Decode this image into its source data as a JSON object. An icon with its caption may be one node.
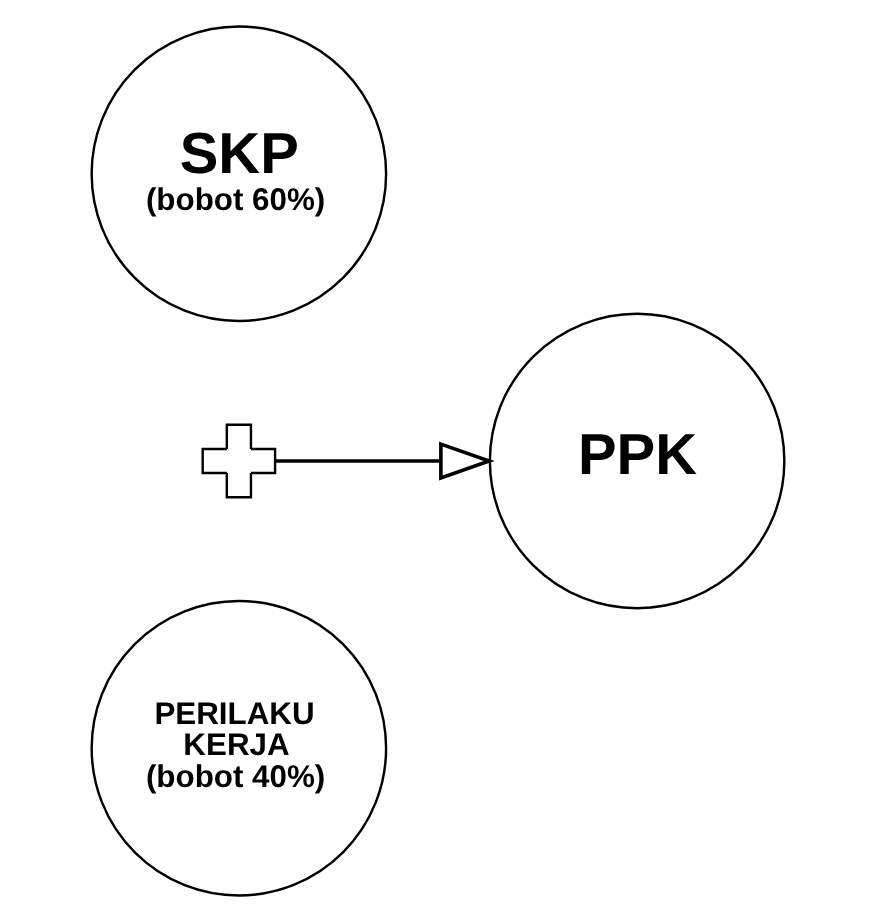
{
  "diagram": {
    "nodes": [
      {
        "text": [
          "SKP",
          "(bobot 60%)"
        ]
      },
      {
        "text": [],
        "shape": "plus"
      },
      {
        "text": [
          "PPK"
        ]
      },
      {
        "text": [
          "PERILAKU KERJA",
          "(bobot 40%)"
        ]
      }
    ],
    "edges": [
      {
        "from": 1,
        "to": 2,
        "arrow": "to"
      }
    ]
  }
}
